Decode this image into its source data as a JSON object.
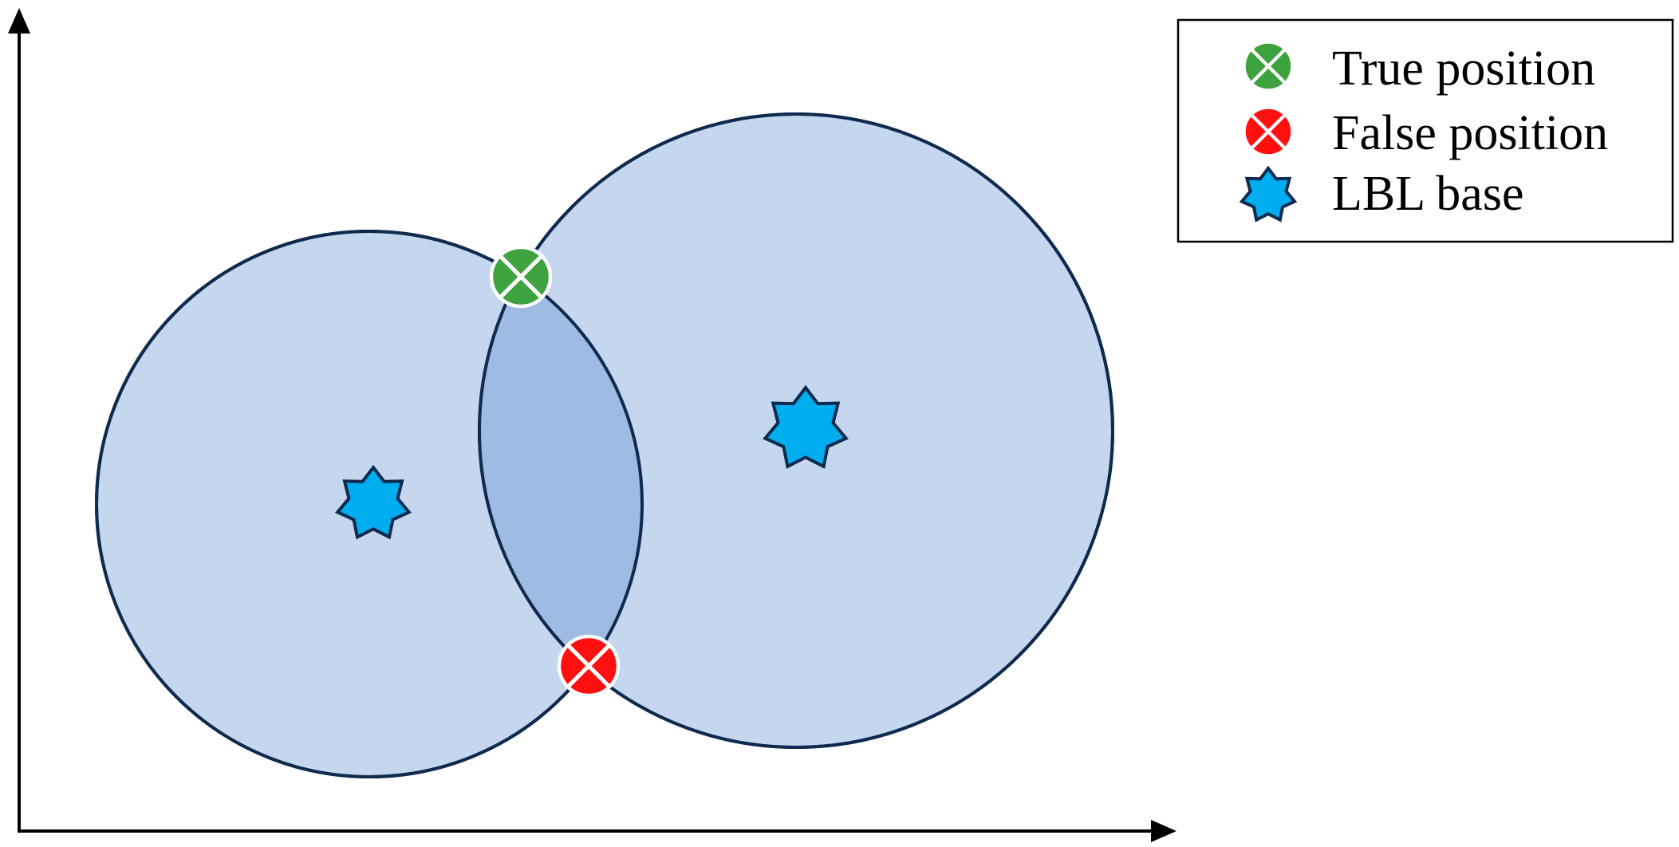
{
  "colors": {
    "circle_fill": "#c5d7ee",
    "intersection_fill": "#9dbbe3",
    "circle_stroke": "#0f2a4f",
    "axis": "#000000",
    "true_marker": "#3ea33e",
    "false_marker": "#ff1010",
    "marker_cross": "#ffffff",
    "star_fill": "#00aeef",
    "star_stroke": "#0f2a4f"
  },
  "legend": {
    "items": [
      {
        "label": "True position",
        "icon": "green-crossed-circle-icon"
      },
      {
        "label": "False position",
        "icon": "red-crossed-circle-icon"
      },
      {
        "label": "LBL base",
        "icon": "seven-point-star-icon"
      }
    ]
  },
  "diagram": {
    "axes": {
      "x": "horizontal-arrow",
      "y": "vertical-arrow"
    },
    "beacons": [
      {
        "name": "LBL base 1",
        "icon": "seven-point-star-icon"
      },
      {
        "name": "LBL base 2",
        "icon": "seven-point-star-icon"
      }
    ],
    "position_markers": [
      {
        "type": "true",
        "icon": "green-crossed-circle-icon"
      },
      {
        "type": "false",
        "icon": "red-crossed-circle-icon"
      }
    ]
  }
}
